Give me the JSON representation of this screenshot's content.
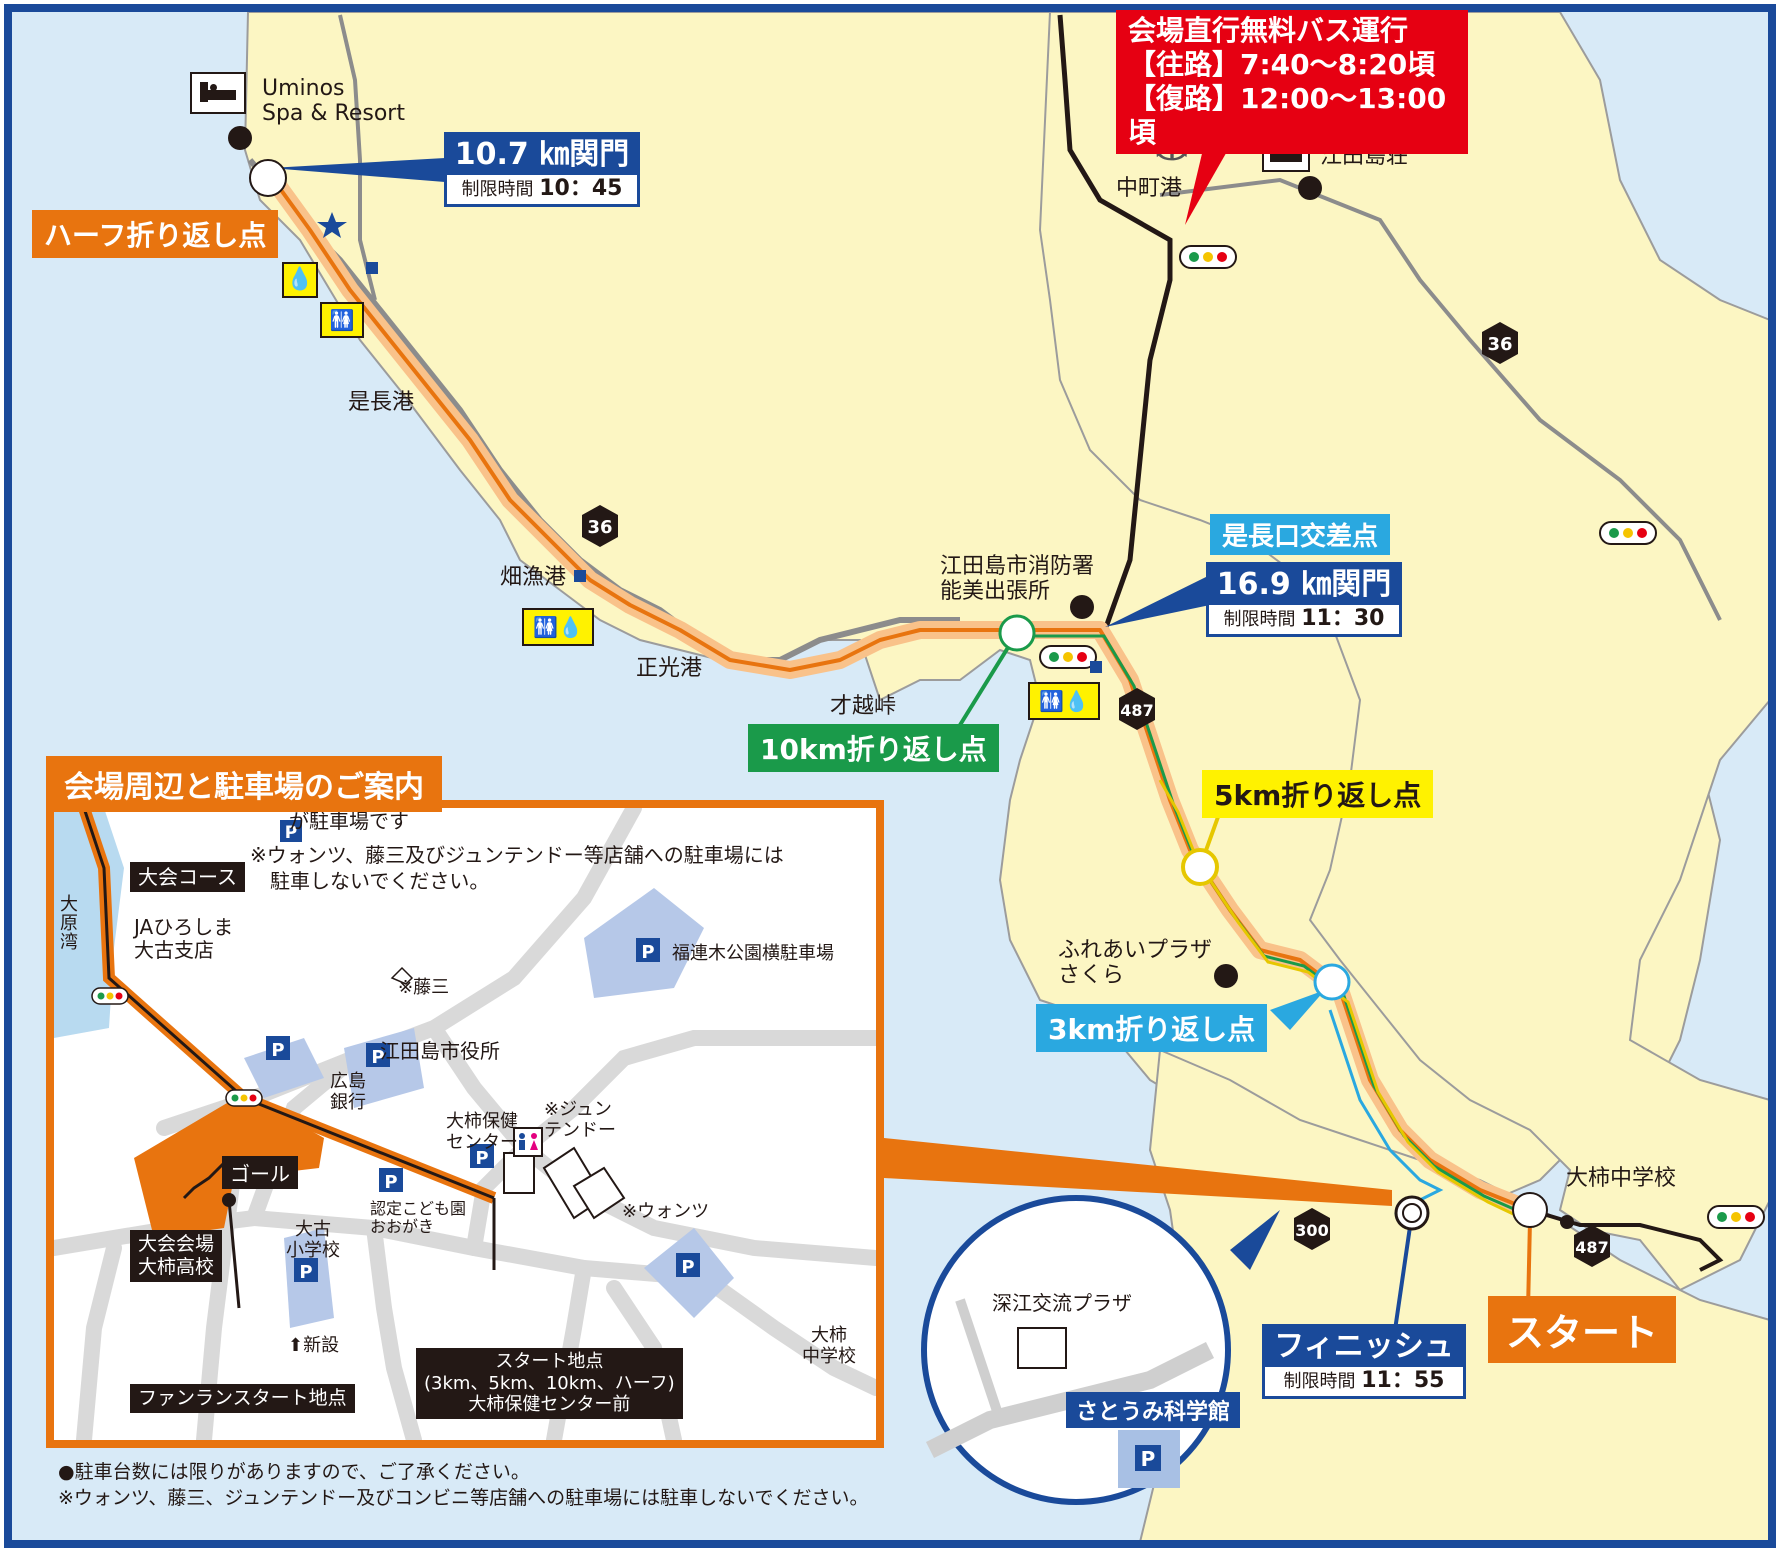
{
  "map": {
    "places": {
      "uminos": "Uminos\nSpa & Resort",
      "korenaga_port": "是長港",
      "hata_port": "畑漁港",
      "shoko_port": "正光港",
      "saigoe_pass": "才越峠",
      "fire_station": "江田島市消防署\n能美出張所",
      "nakamachi_port": "中町港",
      "etajima_so": "江田島荘",
      "fureai_plaza": "ふれあいプラザ\nさくら",
      "ogaki_jhs": "大柿中学校",
      "fukae_plaza": "深江交流プラザ",
      "satoumi_museum": "さとうみ科学館"
    },
    "routes": {
      "r36_a": "36",
      "r36_b": "36",
      "r487_a": "487",
      "r487_b": "487",
      "r300": "300"
    },
    "bus_notice": {
      "line1": "会場直行無料バス運行",
      "line2": "【往路】7:40～8:20頃",
      "line3": "【復路】12:00～13:00頃"
    },
    "markers": {
      "half_turn": "ハーフ折り返し点",
      "turn_10k": "10km折り返し点",
      "turn_5k": "5km折り返し点",
      "turn_3k": "3km折り返し点",
      "start": "スタート",
      "korenaga_junction": "是長口交差点"
    },
    "gates": {
      "gate_107": {
        "title": "10.7 ㎞関門",
        "limit_label": "制限時間",
        "limit_time": "10：45"
      },
      "gate_169": {
        "title": "16.9 ㎞関門",
        "limit_label": "制限時間",
        "limit_time": "11：30"
      },
      "finish": {
        "title": "フィニッシュ",
        "limit_label": "制限時間",
        "limit_time": "11：55"
      }
    }
  },
  "inset": {
    "title": "会場周辺と駐車場のご案内",
    "p_note": "が駐車場です",
    "p_letter": "P",
    "warn_line1": "※ウォンツ、藤三及びジュンテンドー等店舗への駐車場には",
    "warn_line2": "駐車しないでください。",
    "labels": {
      "course": "大会コース",
      "ohara_bay": "大\n原\n湾",
      "ja_branch": "JAひろしま\n大古支店",
      "fujisan": "※藤三",
      "fukuren_parking": "福連木公園横駐車場",
      "hiroshima_bank": "広島\n銀行",
      "city_hall": "江田島市役所",
      "health_center": "大柿保健\nセンター",
      "juntendo": "※ジュン\nテンドー",
      "wants": "※ウォンツ",
      "goal": "ゴール",
      "venue": "大会会場\n大柿高校",
      "oko_elementary": "大古\n小学校",
      "new_lot": "⬆新設",
      "kodomoen": "認定こども園\nおおがき",
      "ogaki_jhs": "大柿\n中学校",
      "funrun_start": "ファンランスタート地点",
      "start_point": "スタート地点\n(3km、5km、10km、ハーフ)\n大柿保健センター前"
    }
  },
  "footnotes": {
    "line1": "●駐車台数には限りがありますので、ご了承ください。",
    "line2": "※ウォンツ、藤三、ジュンテンドー及びコンビニ等店舗への駐車場には駐車しないでください。"
  },
  "colors": {
    "sea": "#d8eaf7",
    "land": "#fcf6c3",
    "frame": "#1a4a9a",
    "course_orange": "#e8740f",
    "turn_green": "#1a9a4a",
    "turn_yellow": "#fff200",
    "turn_cyan": "#2aa8e0",
    "notice_red": "#e60012"
  }
}
